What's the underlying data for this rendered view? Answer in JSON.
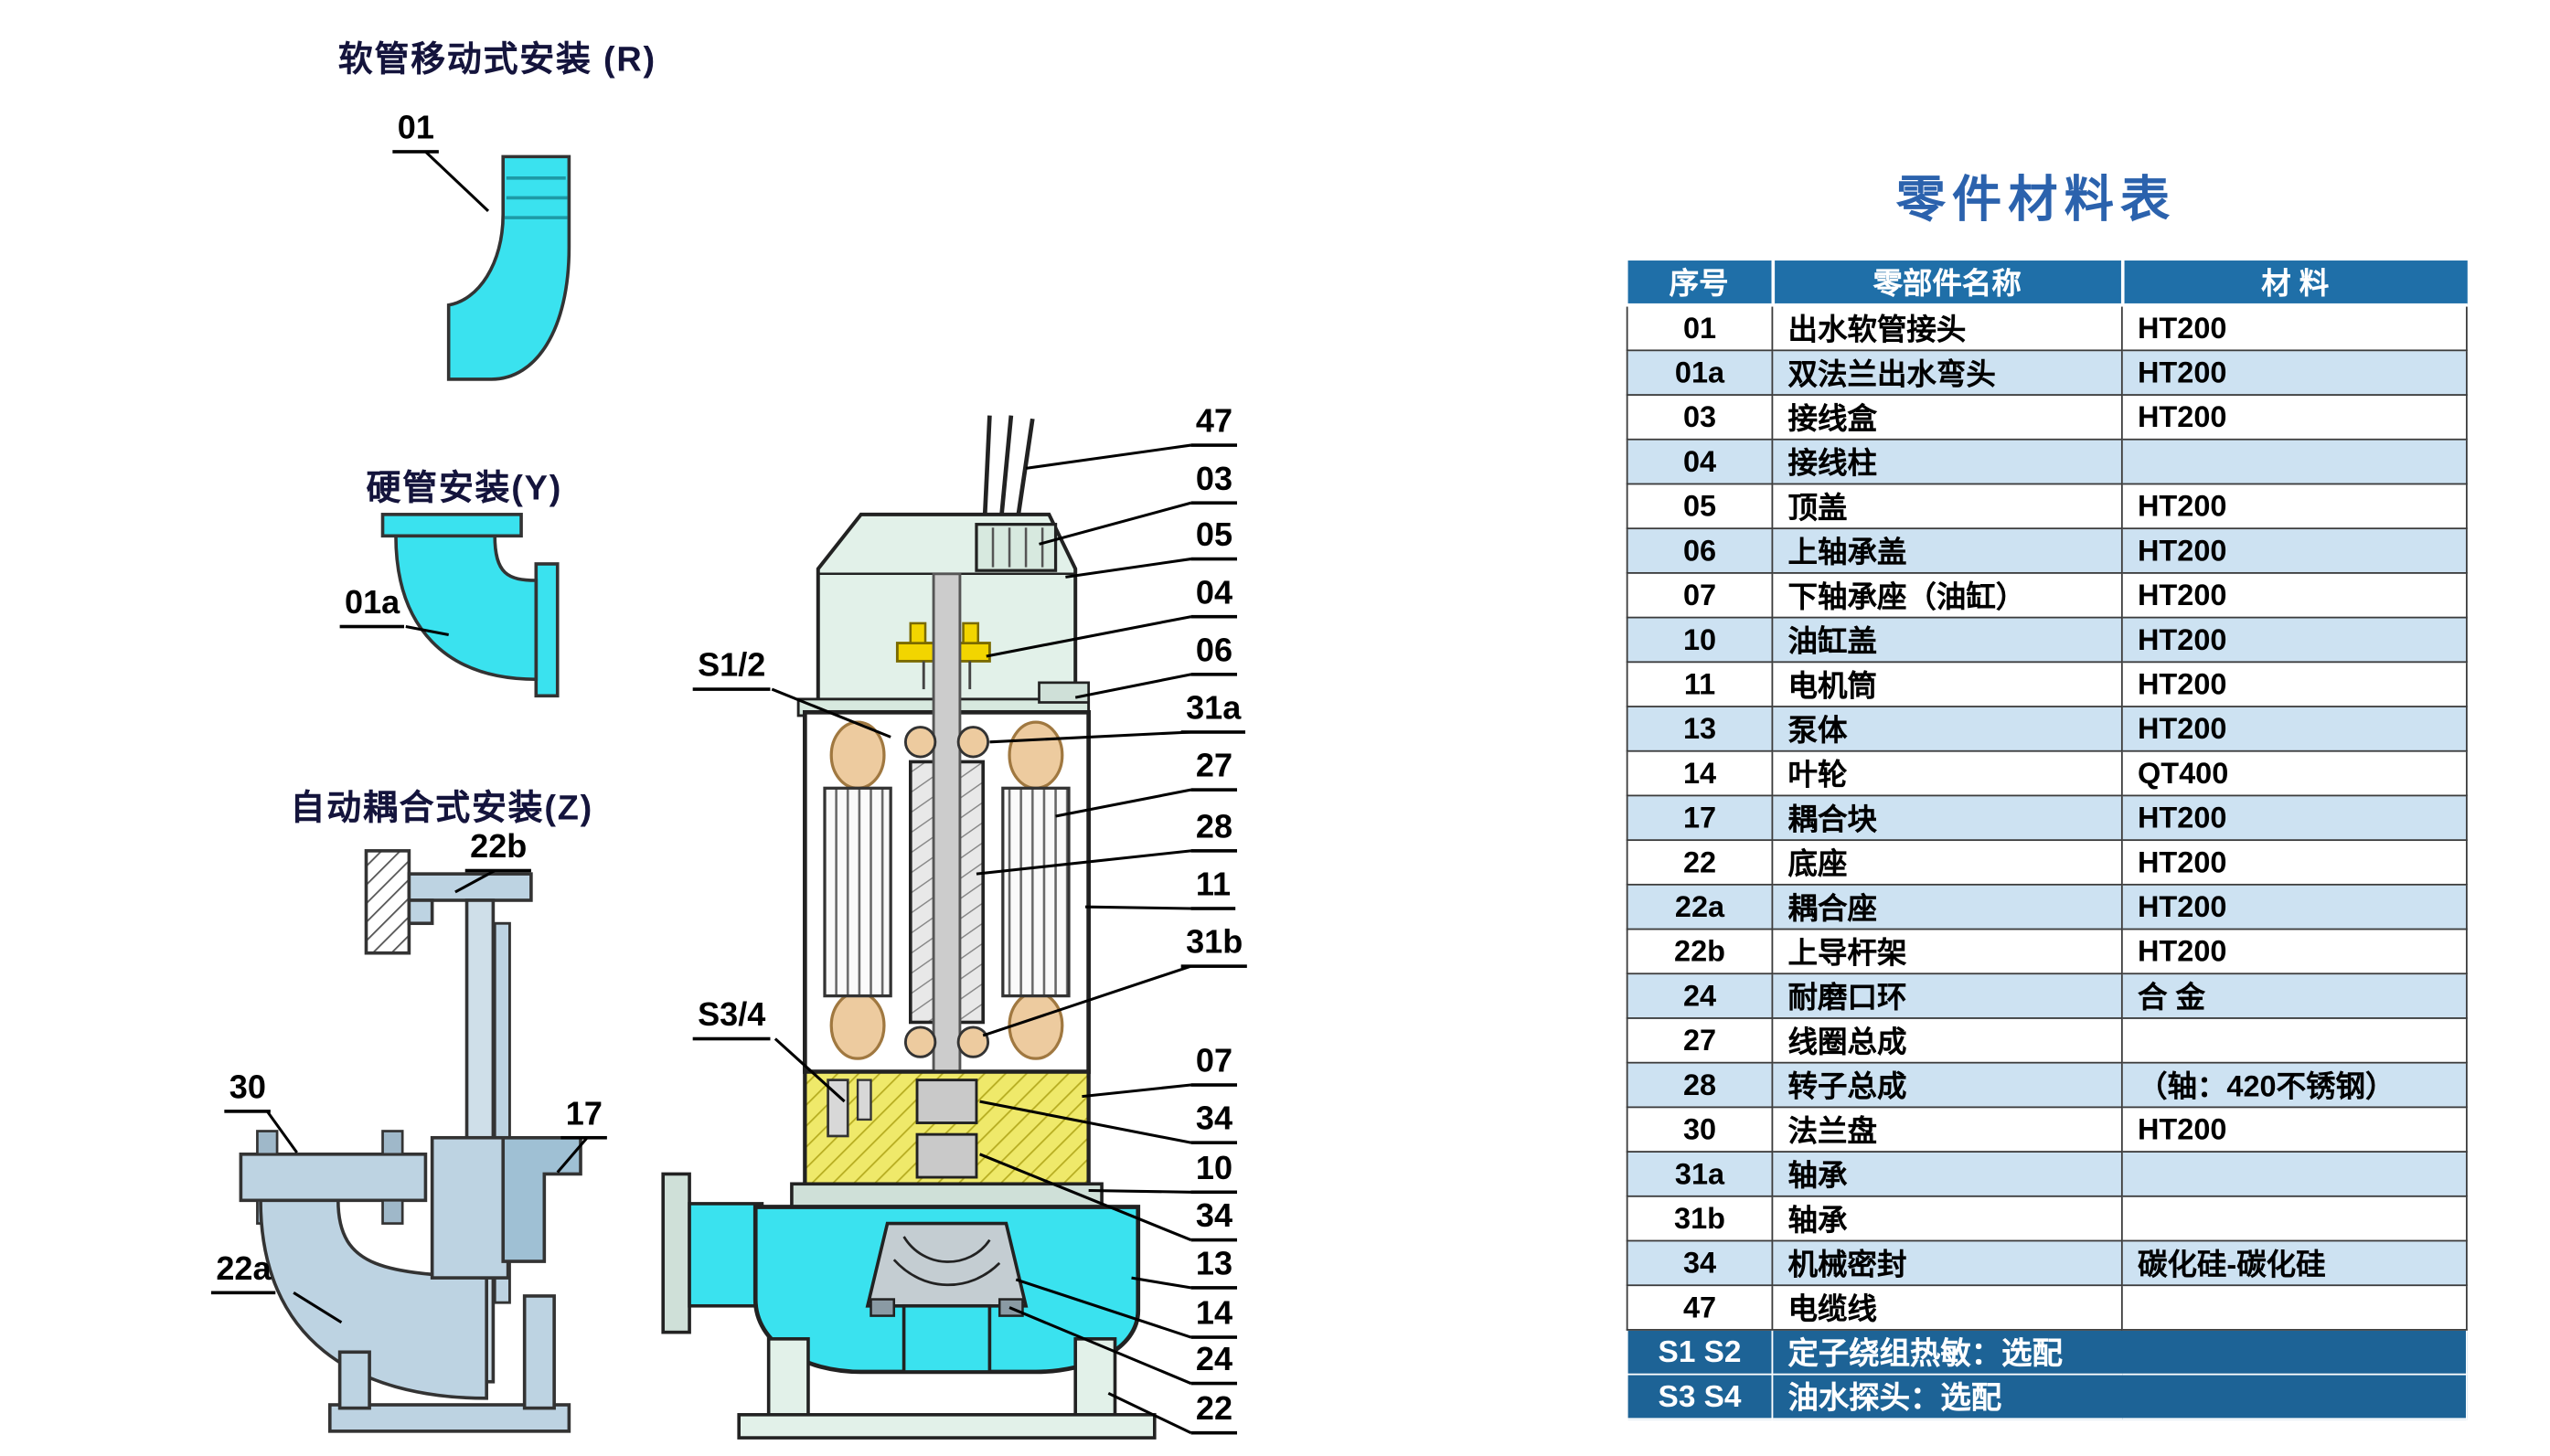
{
  "colors": {
    "water_cyan": "#3ae2ef",
    "housing_mint": "#e2f1e9",
    "steel_blue": "#bdd3e2",
    "oil_yellow": "#efe96a",
    "bearing_tan": "#edcb9f",
    "terminal_yellow": "#f2d500",
    "table_header_bg": "#1f6fa8",
    "table_alt_row_bg": "#cde2f2",
    "table_footer_bg": "#1d6396",
    "table_title_color": "#2b62ad"
  },
  "installs": {
    "r": {
      "title": "软管移动式安装 (R)",
      "part_label": "01"
    },
    "y": {
      "title": "硬管安装(Y)",
      "part_label": "01a"
    },
    "z": {
      "title": "自动耦合式安装(Z)",
      "labels": {
        "guide": "22b",
        "flange": "30",
        "claw": "17",
        "seat": "22a"
      }
    }
  },
  "pump": {
    "sensor_labels": [
      "S1/2",
      "S3/4"
    ],
    "callouts": [
      "47",
      "03",
      "05",
      "04",
      "06",
      "31a",
      "27",
      "28",
      "11",
      "31b",
      "07",
      "34",
      "10",
      "34",
      "13",
      "14",
      "24",
      "22"
    ]
  },
  "table": {
    "title": "零件材料表",
    "headers": [
      "序号",
      "零部件名称",
      "材  料"
    ],
    "rows": [
      [
        "01",
        "出水软管接头",
        "HT200"
      ],
      [
        "01a",
        "双法兰出水弯头",
        "HT200"
      ],
      [
        "03",
        "接线盒",
        "HT200"
      ],
      [
        "04",
        "接线柱",
        ""
      ],
      [
        "05",
        "顶盖",
        "HT200"
      ],
      [
        "06",
        "上轴承盖",
        "HT200"
      ],
      [
        "07",
        "下轴承座（油缸）",
        "HT200"
      ],
      [
        "10",
        "油缸盖",
        "HT200"
      ],
      [
        "11",
        "电机筒",
        "HT200"
      ],
      [
        "13",
        "泵体",
        "HT200"
      ],
      [
        "14",
        "叶轮",
        "QT400"
      ],
      [
        "17",
        "耦合块",
        "HT200"
      ],
      [
        "22",
        "底座",
        "HT200"
      ],
      [
        "22a",
        "耦合座",
        "HT200"
      ],
      [
        "22b",
        "上导杆架",
        "HT200"
      ],
      [
        "24",
        "耐磨口环",
        "合 金"
      ],
      [
        "27",
        "线圈总成",
        ""
      ],
      [
        "28",
        "转子总成",
        "（轴：420不锈钢）"
      ],
      [
        "30",
        "法兰盘",
        "HT200"
      ],
      [
        "31a",
        "轴承",
        ""
      ],
      [
        "31b",
        "轴承",
        ""
      ],
      [
        "34",
        "机械密封",
        "碳化硅-碳化硅"
      ],
      [
        "47",
        "电缆线",
        ""
      ]
    ],
    "footer_rows": [
      [
        "S1 S2",
        "定子绕组热敏：选配"
      ],
      [
        "S3 S4",
        "油水探头：选配"
      ]
    ]
  }
}
